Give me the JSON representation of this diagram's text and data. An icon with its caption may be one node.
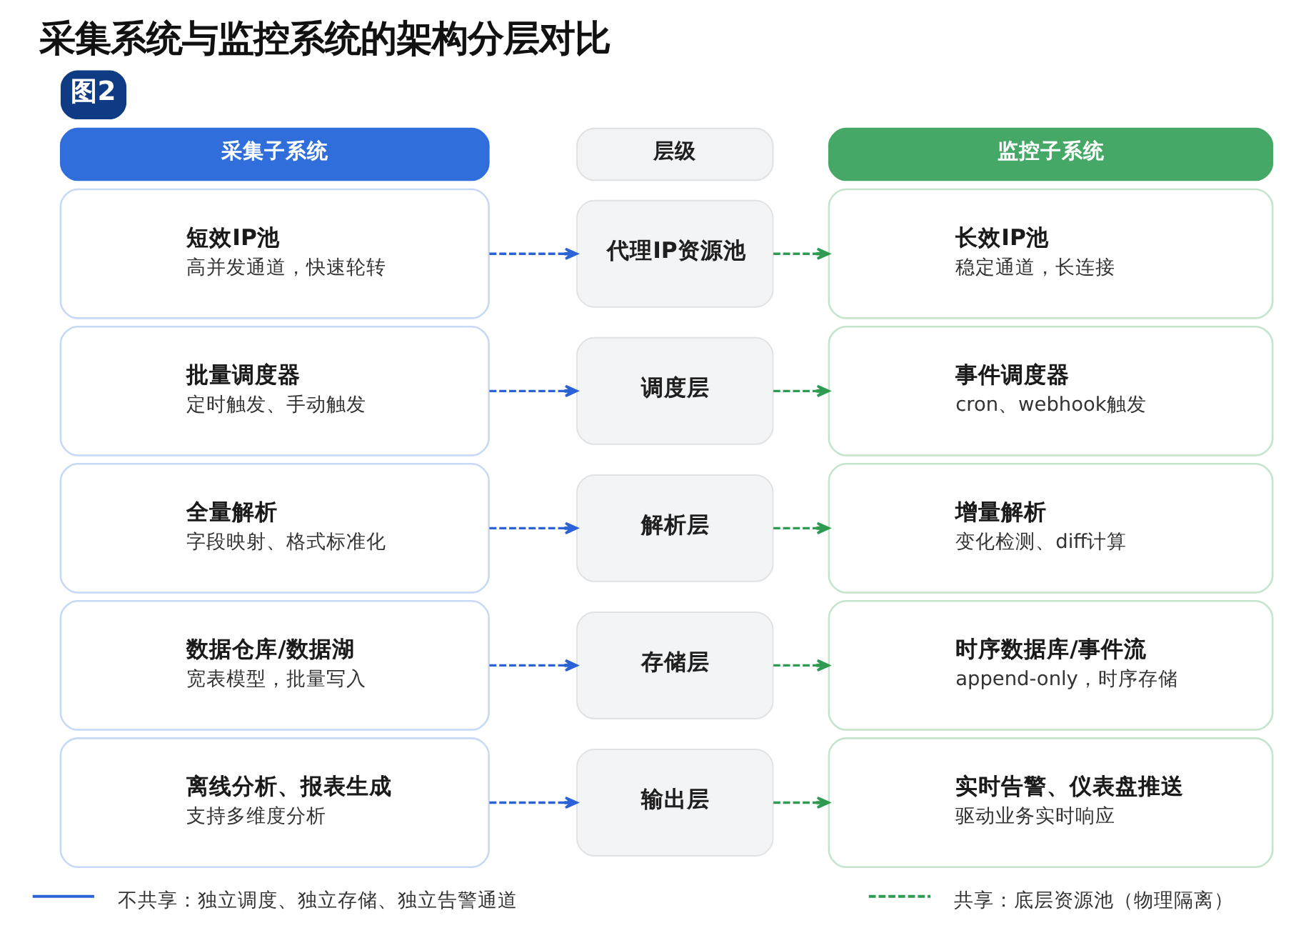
{
  "diagram": {
    "title": "采集系统与监控系统的架构分层对比",
    "nodes": [
      {
        "text": [
          "图2"
        ]
      },
      {
        "text": [
          "采集子系统"
        ]
      },
      {
        "text": [
          "层级"
        ]
      },
      {
        "text": [
          "监控子系统"
        ]
      },
      {
        "text": [
          "短效IP池",
          "高并发通道，快速轮转"
        ]
      },
      {
        "text": [
          "代理IP资源池"
        ]
      },
      {
        "text": [
          "长效IP池",
          "稳定通道，长连接"
        ]
      },
      {
        "text": [
          "批量调度器",
          "定时触发、手动触发"
        ]
      },
      {
        "text": [
          "调度层"
        ]
      },
      {
        "text": [
          "事件调度器",
          "cron、webhook触发"
        ]
      },
      {
        "text": [
          "全量解析",
          "字段映射、格式标准化"
        ]
      },
      {
        "text": [
          "解析层"
        ]
      },
      {
        "text": [
          "增量解析",
          "变化检测、diff计算"
        ]
      },
      {
        "text": [
          "数据仓库/数据湖",
          "宽表模型，批量写入"
        ]
      },
      {
        "text": [
          "存储层"
        ]
      },
      {
        "text": [
          "时序数据库/事件流",
          "append-only，时序存储"
        ]
      },
      {
        "text": [
          "离线分析、报表生成",
          "支持多维度分析"
        ]
      },
      {
        "text": [
          "输出层"
        ]
      },
      {
        "text": [
          "实时告警、仪表盘推送",
          "驱动业务实时响应"
        ]
      }
    ],
    "edges": [
      {
        "from": 4,
        "to": 5,
        "arrow": "to",
        "style": "dashed",
        "color": "#2b63d6"
      },
      {
        "from": 5,
        "to": 6,
        "arrow": "to",
        "style": "dashed",
        "color": "#2f9a52"
      },
      {
        "from": 7,
        "to": 8,
        "arrow": "to",
        "style": "dashed",
        "color": "#2b63d6"
      },
      {
        "from": 8,
        "to": 9,
        "arrow": "to",
        "style": "dashed",
        "color": "#2f9a52"
      },
      {
        "from": 10,
        "to": 11,
        "arrow": "to",
        "style": "dashed",
        "color": "#2b63d6"
      },
      {
        "from": 11,
        "to": 12,
        "arrow": "to",
        "style": "dashed",
        "color": "#2f9a52"
      },
      {
        "from": 13,
        "to": 14,
        "arrow": "to",
        "style": "dashed",
        "color": "#2b63d6"
      },
      {
        "from": 14,
        "to": 15,
        "arrow": "to",
        "style": "dashed",
        "color": "#2f9a52"
      },
      {
        "from": 16,
        "to": 17,
        "arrow": "to",
        "style": "dashed",
        "color": "#2b63d6"
      },
      {
        "from": 17,
        "to": 18,
        "arrow": "to",
        "style": "dashed",
        "color": "#2f9a52"
      }
    ],
    "legend": [
      {
        "text": "不共享：独立调度、独立存储、独立告警通道"
      },
      {
        "text": "共享：底层资源池（物理隔离）"
      }
    ]
  }
}
